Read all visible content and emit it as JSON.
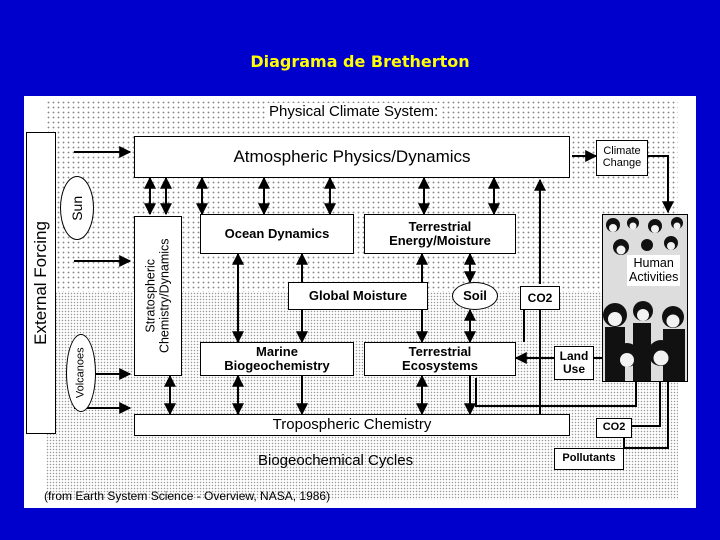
{
  "title": "Diagrama de Bretherton",
  "diagram": {
    "physical_climate_system": "Physical Climate System:",
    "atmospheric": "Atmospheric Physics/Dynamics",
    "climate_change": [
      "Climate",
      "Change"
    ],
    "ocean_dynamics": "Ocean Dynamics",
    "terrestrial_energy": [
      "Terrestrial",
      "Energy/Moisture"
    ],
    "global_moisture": "Global Moisture",
    "soil": "Soil",
    "co2_upper": "CO2",
    "human_activities": [
      "Human",
      "Activities"
    ],
    "marine_bio": [
      "Marine",
      "Biogeochemistry"
    ],
    "terrestrial_eco": [
      "Terrestrial",
      "Ecosystems"
    ],
    "land_use": [
      "Land",
      "Use"
    ],
    "tropospheric": "Tropospheric Chemistry",
    "co2_lower": "CO2",
    "pollutants": "Pollutants",
    "biogeochemical_cycles": "Biogeochemical Cycles",
    "external_forcing": "External Forcing",
    "sun": "Sun",
    "volcanoes": "Volcanoes",
    "stratospheric": [
      "Stratospheric",
      "Chemistry/Dynamics"
    ],
    "source": "(from Earth System Science - Overview, NASA, 1986)"
  },
  "colors": {
    "background": "#0000cc",
    "title": "#ffff00"
  }
}
